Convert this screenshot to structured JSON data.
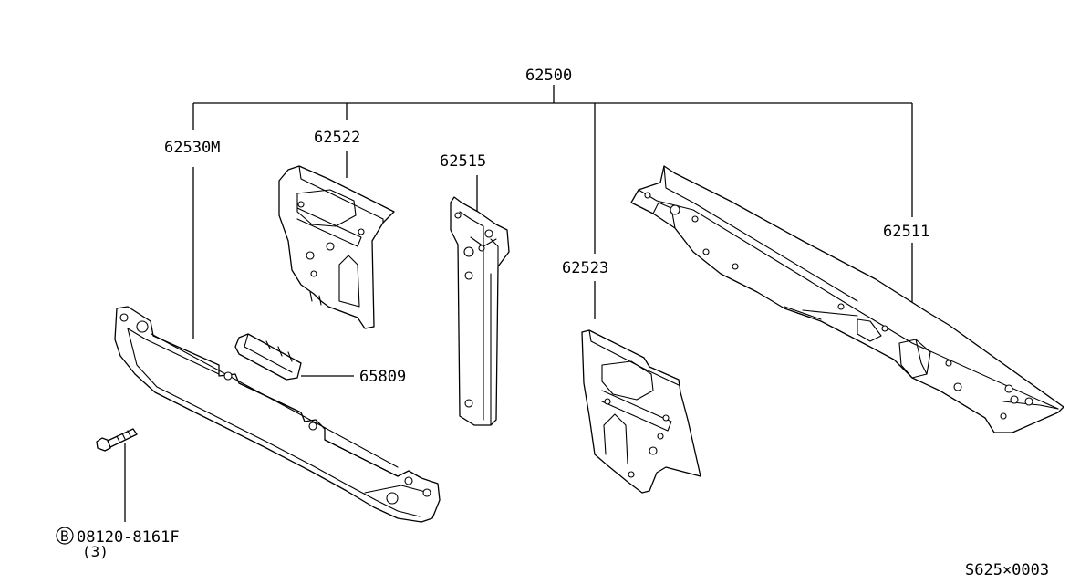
{
  "diagram": {
    "parts": {
      "assembly": "62500",
      "left_lower_member": "62530M",
      "left_bracket": "62522",
      "center_stay": "62515",
      "right_bracket": "62523",
      "upper_member": "62511",
      "clip": "65809"
    },
    "bolt": {
      "badge": "B",
      "part_no": "08120-8161F",
      "qty": "(3)"
    },
    "figure_code": "S625×0003"
  }
}
